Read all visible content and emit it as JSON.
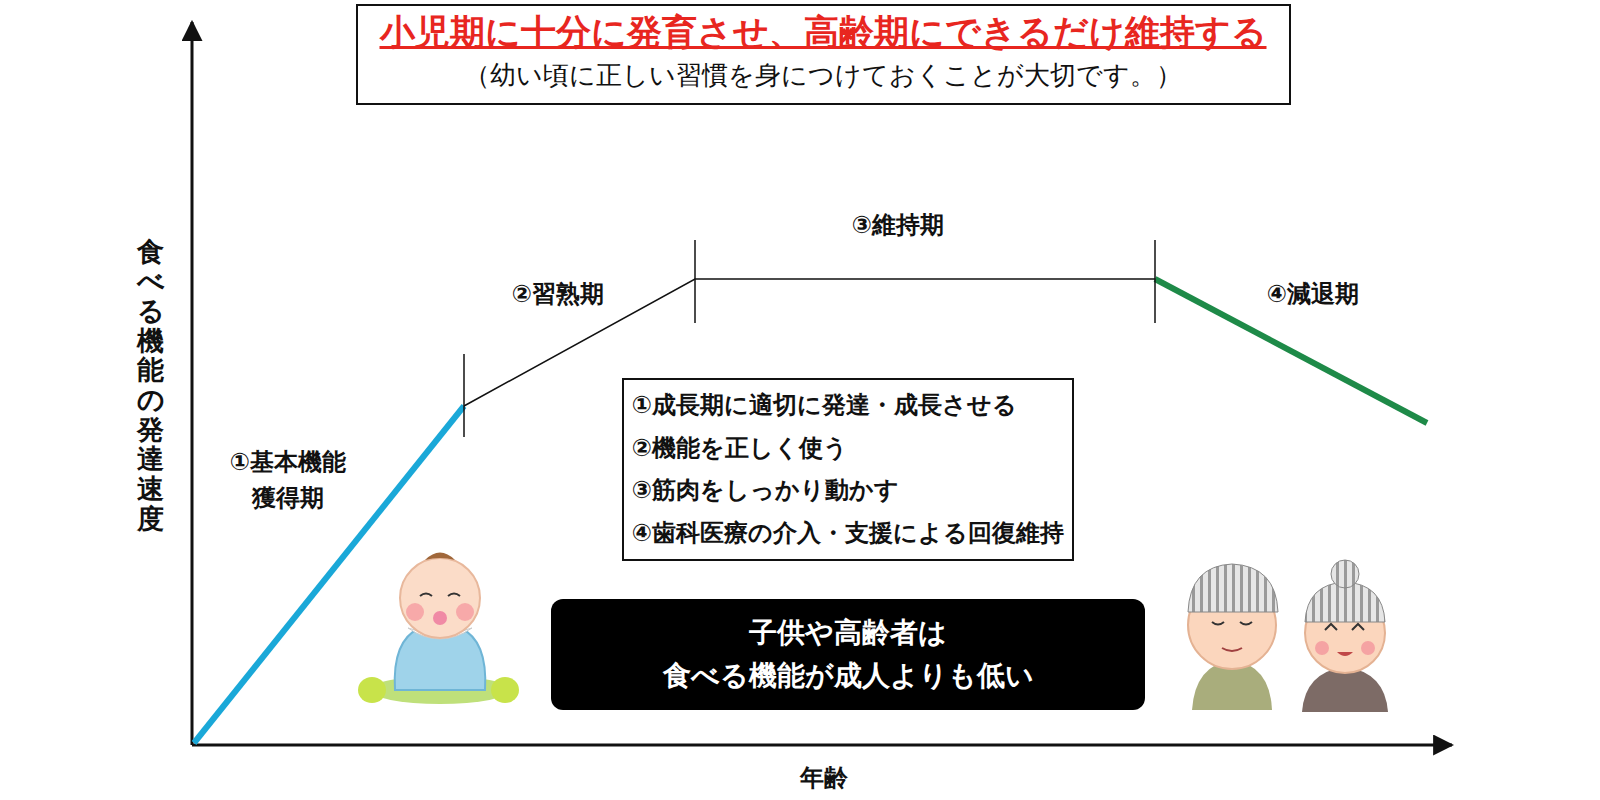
{
  "diagram": {
    "nodes": [
      {
        "text": [
          "小児期に十分に発育させ、高齢期にできるだけ維持する",
          "（幼い頃に正しい習慣を身につけておくことが大切です。）"
        ]
      },
      {
        "text": [
          "①成長期に適切に発達・成長させる",
          "②機能を正しく使う",
          "③筋肉をしっかり動かす",
          "④歯科医療の介入・支援による回復維持"
        ]
      },
      {
        "text": [
          "子供や高齢者は 食べる機能が成人よりも低い"
        ]
      }
    ],
    "labels": [
      "食べる機能の発達速度",
      "①基本機能 獲得期",
      "②習熟期",
      "③維持期",
      "④減退期",
      "年齢"
    ]
  }
}
